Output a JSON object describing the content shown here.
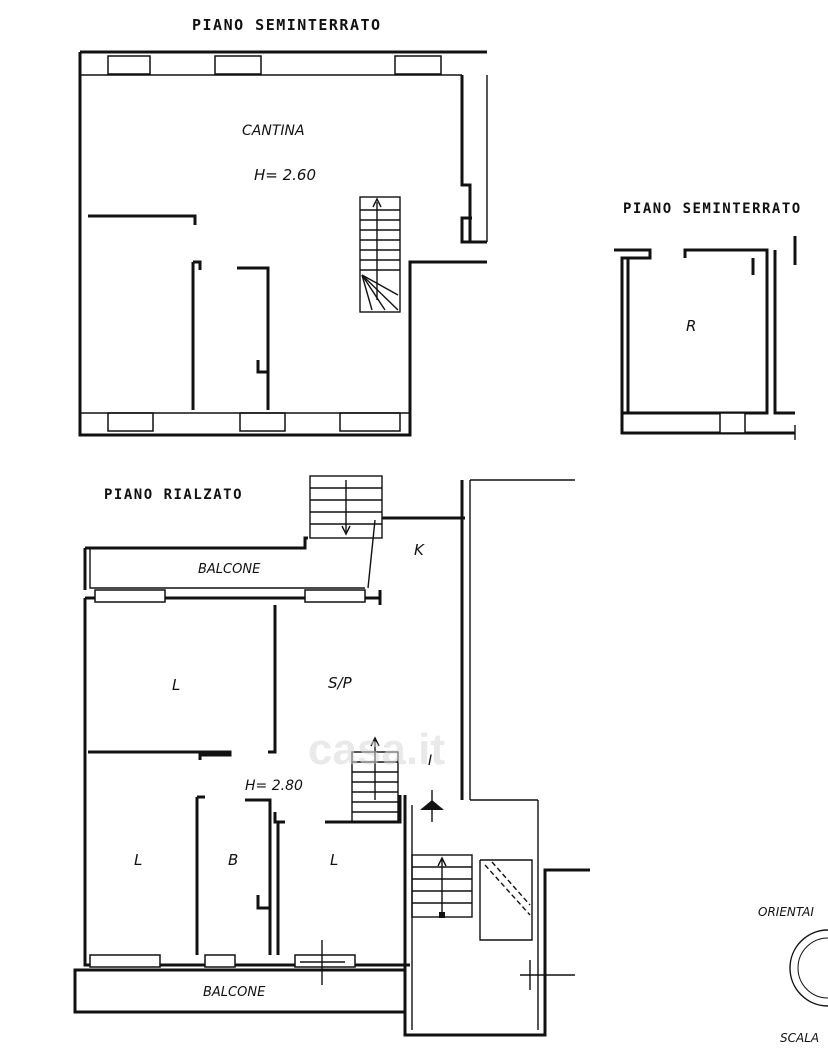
{
  "basement_left": {
    "title": "PIANO SEMINTERRATO",
    "room_name": "CANTINA",
    "height": "H= 2.60"
  },
  "basement_right": {
    "title": "PIANO SEMINTERRATO",
    "room_code": "R"
  },
  "ground_floor": {
    "title": "PIANO RIALZATO",
    "balcony_top": "BALCONE",
    "balcony_bottom": "BALCONE",
    "kitchen": "K",
    "living_top": "L",
    "hall": "S/P",
    "height": "H= 2.80",
    "entrance": "I",
    "bedroom_left": "L",
    "bath": "B",
    "bedroom_right": "L"
  },
  "orientation_label": "ORIENTAI",
  "scale_label": "SCALA",
  "watermark": "casa.it"
}
